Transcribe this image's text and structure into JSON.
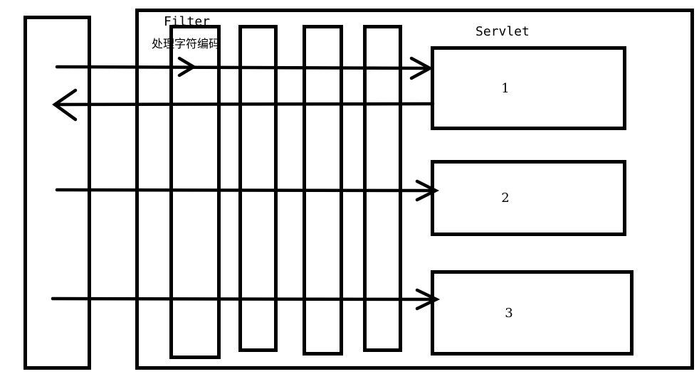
{
  "diagram": {
    "filter": {
      "title": "Filter",
      "subtitle": "处理字符编码",
      "chain_count": 4
    },
    "servlet": {
      "title": "Servlet",
      "items": [
        {
          "label": "1"
        },
        {
          "label": "2"
        },
        {
          "label": "3"
        }
      ]
    },
    "colors": {
      "stroke": "#000000",
      "background": "#ffffff"
    }
  }
}
